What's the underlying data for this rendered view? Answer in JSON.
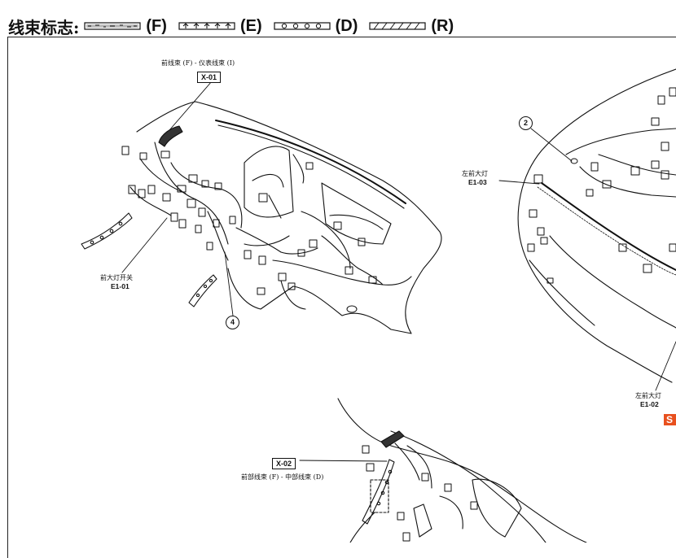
{
  "legend": {
    "title": "线束标志:",
    "items": [
      {
        "code": "(F)",
        "pattern": "dotted-fill"
      },
      {
        "code": "(E)",
        "pattern": "arrows"
      },
      {
        "code": "(D)",
        "pattern": "circles"
      },
      {
        "code": "(R)",
        "pattern": "hatched"
      }
    ]
  },
  "labels": {
    "x01_desc": "前线束 (F) - 仪表线束 (I)",
    "x01_code": "X-01",
    "e101_desc": "前大灯开关",
    "e101_code": "E1-01",
    "marker4": "4",
    "marker2": "2",
    "e103_desc": "左前大灯",
    "e103_code": "E1-03",
    "e102_desc": "左前大灯",
    "e102_code": "E1-02",
    "x02_code": "X-02",
    "x02_desc": "前部线束 (F) - 中部线束 (D)",
    "logo": "S"
  }
}
